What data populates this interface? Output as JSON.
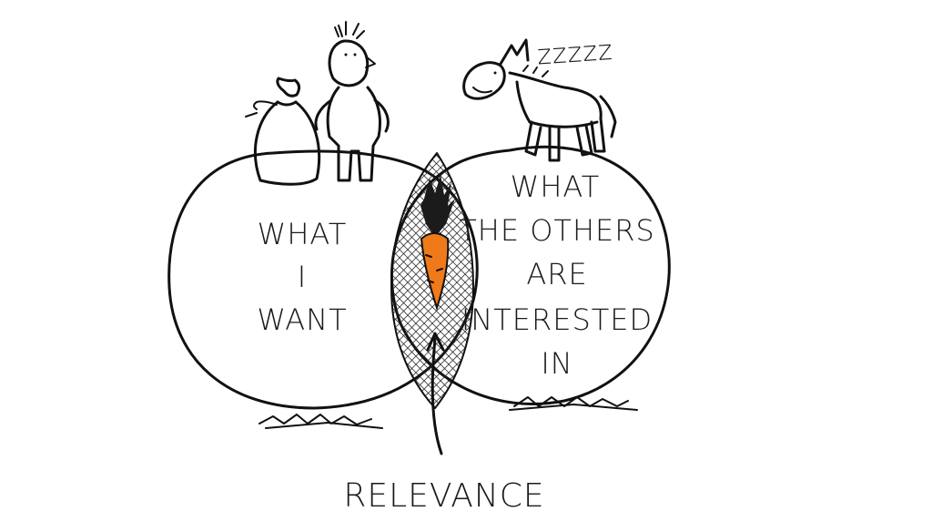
{
  "diagram": {
    "left_circle": {
      "lines": [
        "WHAT",
        "I",
        "WANT"
      ]
    },
    "right_circle": {
      "lines": [
        "WHAT",
        "THE OTHERS",
        "ARE",
        "INTERESTED",
        "IN"
      ]
    },
    "overlap_label": "RELEVANCE",
    "sleep_text": "zzzzz",
    "colors": {
      "ink": "#111111",
      "carrot": "#f07a1a",
      "carrot_top": "#1b1b1b",
      "background": "#ffffff"
    },
    "icons": [
      "person-icon",
      "sack-icon",
      "donkey-icon",
      "carrot-icon",
      "arrow-icon"
    ]
  }
}
